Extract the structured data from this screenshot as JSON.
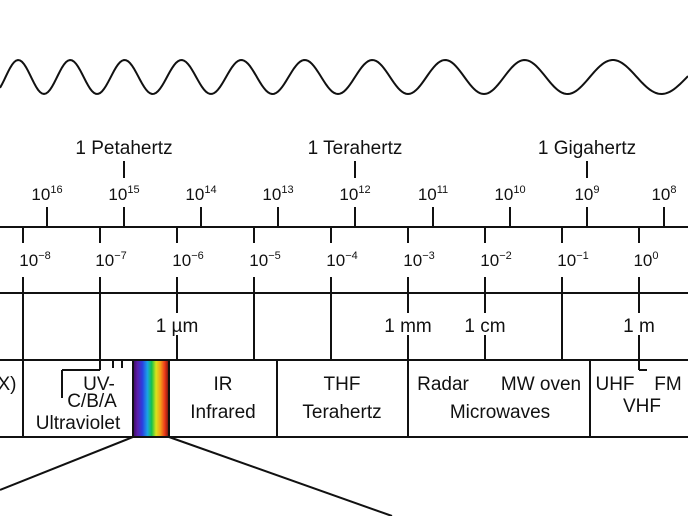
{
  "frequency_scale": {
    "named": [
      {
        "label": "1 Petahertz"
      },
      {
        "label": "1 Terahertz"
      },
      {
        "label": "1 Gigahertz"
      }
    ],
    "ticks": [
      {
        "base": "10",
        "exp": "16"
      },
      {
        "base": "10",
        "exp": "15"
      },
      {
        "base": "10",
        "exp": "14"
      },
      {
        "base": "10",
        "exp": "13"
      },
      {
        "base": "10",
        "exp": "12"
      },
      {
        "base": "10",
        "exp": "11"
      },
      {
        "base": "10",
        "exp": "10"
      },
      {
        "base": "10",
        "exp": "9"
      },
      {
        "base": "10",
        "exp": "8"
      }
    ]
  },
  "wavelength_scale": {
    "ticks": [
      {
        "base": "10",
        "exp": "−8"
      },
      {
        "base": "10",
        "exp": "−7"
      },
      {
        "base": "10",
        "exp": "−6"
      },
      {
        "base": "10",
        "exp": "−5"
      },
      {
        "base": "10",
        "exp": "−4"
      },
      {
        "base": "10",
        "exp": "−3"
      },
      {
        "base": "10",
        "exp": "−2"
      },
      {
        "base": "10",
        "exp": "−1"
      },
      {
        "base": "10",
        "exp": "0"
      }
    ],
    "named": [
      {
        "label": "1 µm"
      },
      {
        "label": "1 mm"
      },
      {
        "label": "1 cm"
      },
      {
        "label": "1 m"
      }
    ]
  },
  "bands": {
    "xray_partial": "X)",
    "uv_short": "UV-",
    "uv_sub": "C/B/A",
    "uv_name": "Ultraviolet",
    "ir_short": "IR",
    "ir_name": "Infrared",
    "thf_short": "THF",
    "thf_name": "Terahertz",
    "radar": "Radar",
    "mw_oven": "MW oven",
    "microwaves": "Microwaves",
    "uhf": "UHF",
    "fm": "FM",
    "vhf": "VHF"
  },
  "colors": {
    "line": "#111111",
    "spectrum": [
      "#3a0a5a",
      "#5b1da8",
      "#2b3fe0",
      "#1aa3e8",
      "#16c24a",
      "#d8e41a",
      "#f2a11a",
      "#ee3a1a",
      "#6b0f0a"
    ]
  }
}
